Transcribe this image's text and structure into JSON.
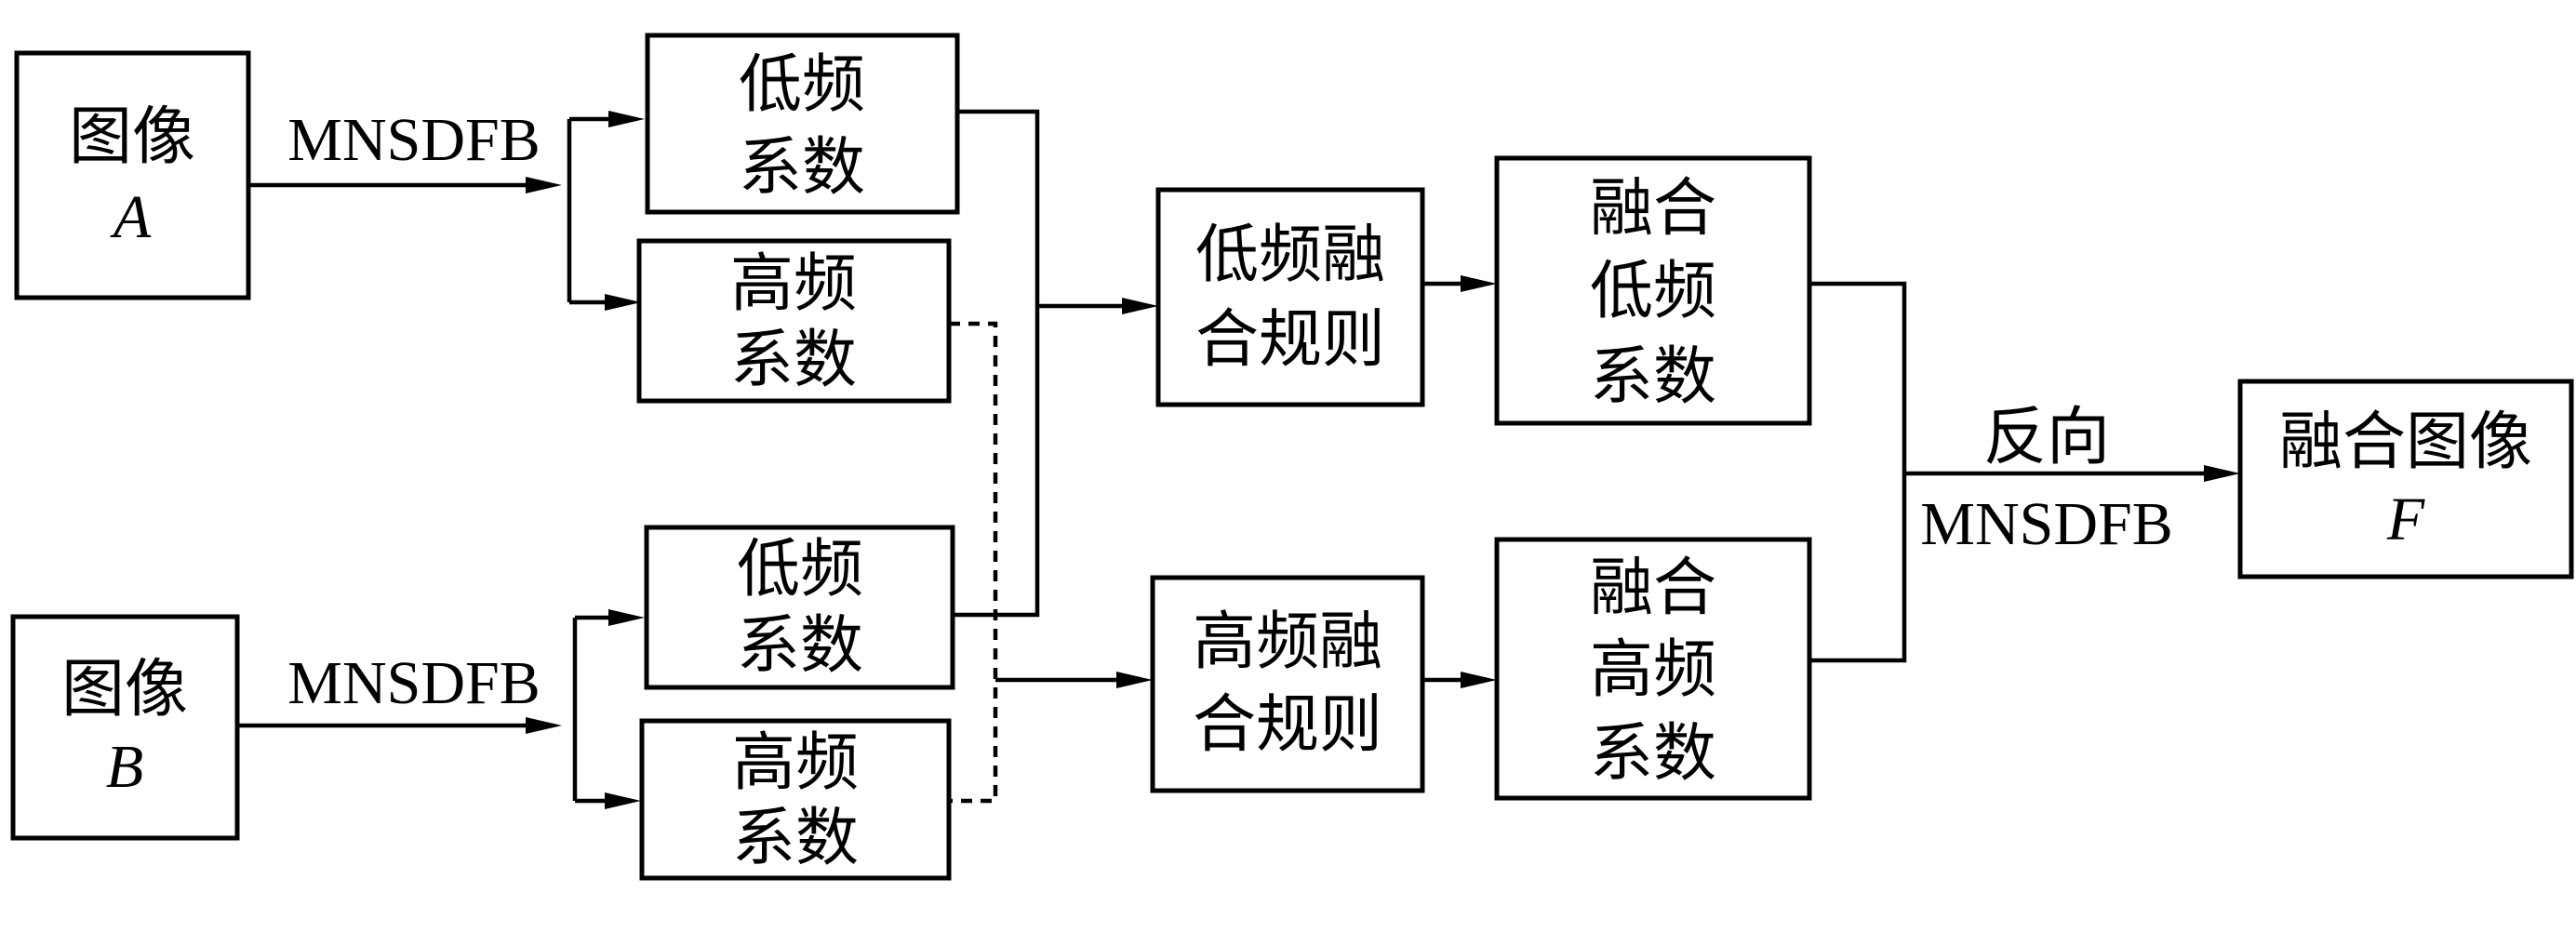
{
  "nodes": {
    "image_a": {
      "line1": "图像",
      "line2": "A"
    },
    "image_b": {
      "line1": "图像",
      "line2": "B"
    },
    "low_a": {
      "line1": "低频",
      "line2": "系数"
    },
    "high_a": {
      "line1": "高频",
      "line2": "系数"
    },
    "low_b": {
      "line1": "低频",
      "line2": "系数"
    },
    "high_b": {
      "line1": "高频",
      "line2": "系数"
    },
    "low_rule": {
      "line1": "低频融",
      "line2": "合规则"
    },
    "high_rule": {
      "line1": "高频融",
      "line2": "合规则"
    },
    "fused_low": {
      "line1": "融合",
      "line2": "低频",
      "line3": "系数"
    },
    "fused_high": {
      "line1": "融合",
      "line2": "高频",
      "line3": "系数"
    },
    "fused_image": {
      "line1": "融合图像",
      "line2": "F"
    }
  },
  "edge_labels": {
    "transform_a": "MNSDFB",
    "transform_b": "MNSDFB",
    "inverse_line1": "反向",
    "inverse_line2": "MNSDFB"
  }
}
